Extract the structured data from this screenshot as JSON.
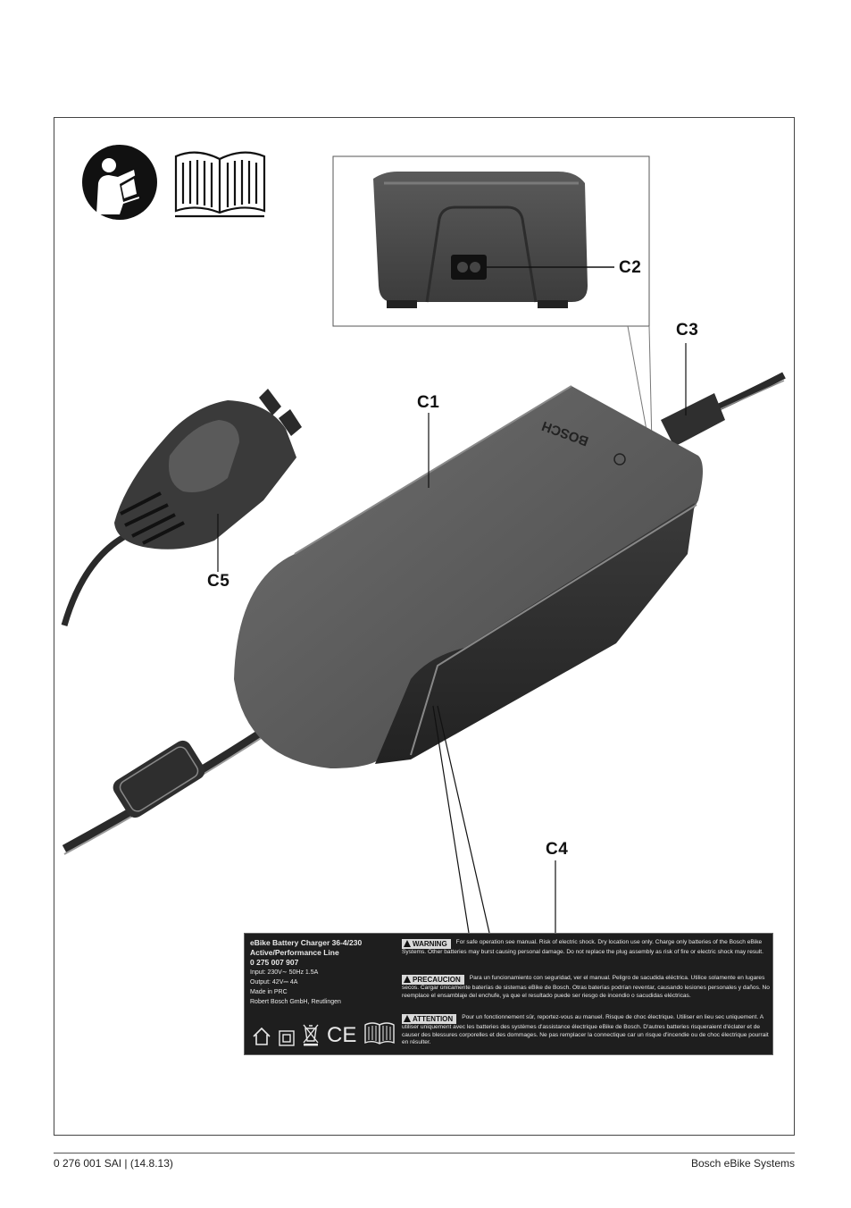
{
  "callouts": {
    "c1": "C1",
    "c2": "C2",
    "c3": "C3",
    "c4": "C4",
    "c5": "C5"
  },
  "brand_on_device": "BOSCH",
  "rating_plate": {
    "product_title": "eBike Battery Charger 36-4/230",
    "product_line": "Active/Performance Line",
    "part_number": "0 275 007 907",
    "input": "Input: 230V∼ 50Hz 1.5A",
    "output": "Output: 42V⎓ 4A",
    "made_in": "Made in PRC",
    "manufacturer": "Robert Bosch GmbH, Reutlingen",
    "warnings": [
      {
        "tag": "WARNING",
        "text": "For safe operation see manual. Risk of electric shock. Dry location use only. Charge only batteries of the Bosch eBike Systems. Other batteries may burst causing personal damage. Do not replace the plug assembly as risk of fire or electric shock may result."
      },
      {
        "tag": "PRECAUCION",
        "text": "Para un funcionamiento con seguridad, ver el manual. Peligro de sacudida eléctrica. Utilice solamente en lugares secos. Cargar únicamente baterías de sistemas eBike de Bosch. Otras baterías podrían reventar, causando lesiones personales y daños. No reemplace el ensamblaje del enchufe, ya que el resultado puede ser riesgo de incendio o sacudidas eléctricas."
      },
      {
        "tag": "ATTENTION",
        "text": "Pour un fonctionnement sûr, reportez-vous au manuel. Risque de choc électrique. Utiliser en lieu sec uniquement. A utiliser uniquement avec les batteries des systèmes d'assistance électrique eBike de Bosch. D'autres batteries risqueraient d'éclater et de causer des blessures corporelles et des dommages. Ne pas remplacer la connectique car un risque d'incendie ou de choc électrique pourrait en résulter."
      }
    ],
    "symbols": [
      "indoor-use-icon",
      "double-insulation-icon",
      "weee-bin-icon",
      "ce-mark-icon",
      "manual-book-icon"
    ],
    "ce_text": "CE"
  },
  "footer": {
    "left": "0 276 001 SAI | (14.8.13)",
    "right": "Bosch eBike Systems"
  }
}
